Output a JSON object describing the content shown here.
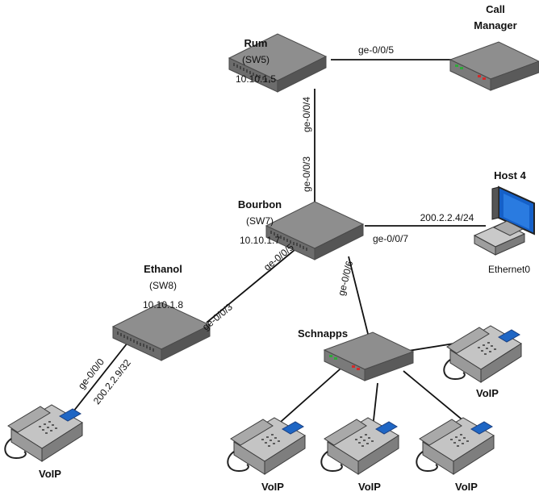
{
  "devices": {
    "rum": {
      "name": "Rum",
      "id": "(SW5)",
      "ip": "10.10.1.5"
    },
    "call_manager": {
      "name_line1": "Call",
      "name_line2": "Manager"
    },
    "bourbon": {
      "name": "Bourbon",
      "id": "(SW7)",
      "ip": "10.10.1.7"
    },
    "host4": {
      "name": "Host 4",
      "ip": "200.2.2.4/24",
      "interface": "Ethernet0"
    },
    "ethanol": {
      "name": "Ethanol",
      "id": "(SW8)",
      "ip": "10.10.1.8"
    },
    "schnapps": {
      "name": "Schnapps"
    },
    "voip_label": "VoIP"
  },
  "ports": {
    "rum_to_callmgr": "ge-0/0/5",
    "rum_to_bourbon": "ge-0/0/4",
    "bourbon_to_rum": "ge-0/0/3",
    "bourbon_to_host4": "ge-0/0/7",
    "bourbon_to_ethanol": "ge-0/0/5",
    "bourbon_to_schnapps": "ge-0/0/6",
    "ethanol_to_bourbon": "ge-0/0/3",
    "ethanol_to_phone": "ge-0/0/0",
    "ethanol_phone_ip": "200.2.2.9/32"
  },
  "colors": {
    "switch_top": "#8e8e8e",
    "switch_side": "#5f5f5f",
    "phone_body": "#b8b8b8",
    "phone_screen": "#1f66c4",
    "monitor_screen": "#1560c8",
    "led_green": "#2faa3a",
    "led_red": "#d42a2a"
  }
}
